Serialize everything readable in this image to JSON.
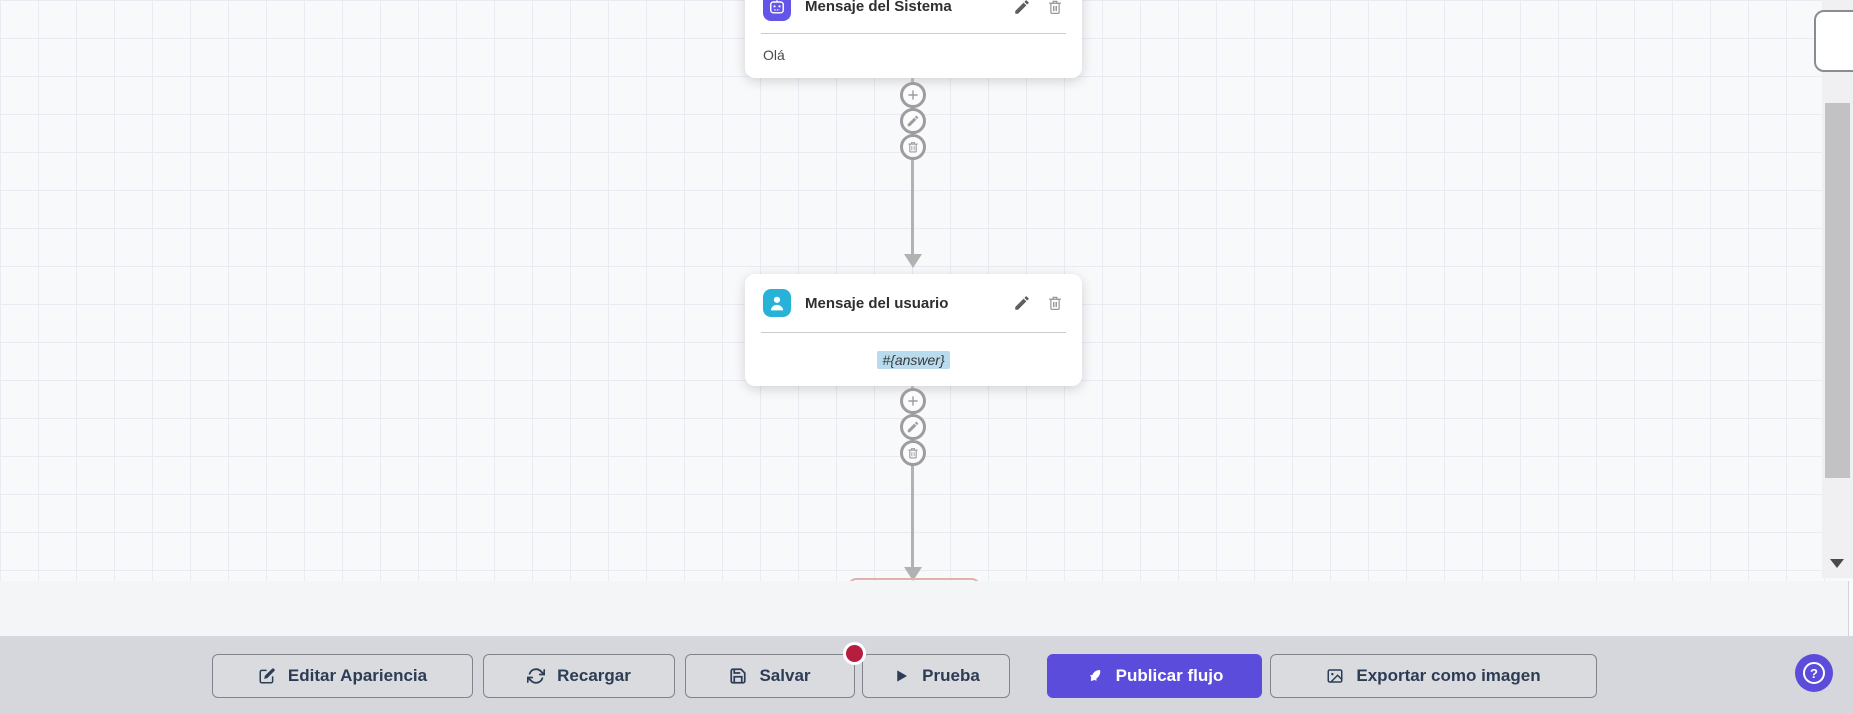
{
  "canvas": {
    "nodes": [
      {
        "title": "Mensaje del Sistema",
        "content": "Olá",
        "icon": "robot-icon"
      },
      {
        "title": "Mensaje del usuario",
        "content": "#{answer}",
        "icon": "user-icon",
        "content_highlighted": true
      }
    ],
    "connector_actions": [
      "add",
      "edit",
      "delete"
    ]
  },
  "toolbar": {
    "buttons": [
      {
        "label": "Editar Apariencia",
        "icon": "edit-icon"
      },
      {
        "label": "Recargar",
        "icon": "refresh-icon"
      },
      {
        "label": "Salvar",
        "icon": "save-icon",
        "badge": true
      },
      {
        "label": "Prueba",
        "icon": "play-icon"
      },
      {
        "label": "Publicar flujo",
        "icon": "rocket-icon",
        "primary": true
      },
      {
        "label": "Exportar como imagen",
        "icon": "image-icon"
      }
    ]
  },
  "help": {
    "label": "?"
  },
  "colors": {
    "primary": "#5b4cdb",
    "badge": "#b51e3f",
    "system_icon_bg": "#6355e8",
    "user_icon_bg": "#29b2d8",
    "highlight": "#b8dcee",
    "toolbar_bg": "#d6d7dc",
    "canvas_bg": "#f8f9fb"
  }
}
